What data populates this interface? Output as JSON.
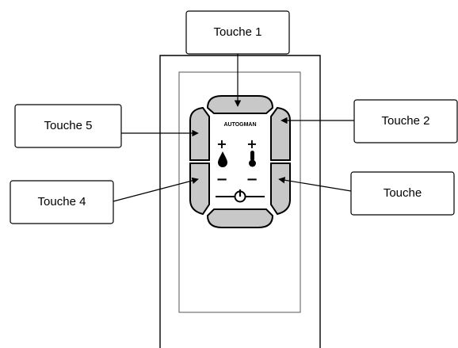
{
  "labels": {
    "touche1": "Touche 1",
    "touche2": "Touche 2",
    "touche4": "Touche 4",
    "touche5": "Touche 5",
    "touche3": "Touche"
  },
  "panel": {
    "brand": "AUTOGMAN",
    "plus_symbol": "+",
    "minus_symbol": "−",
    "humidity_icon": "droplet-icon",
    "temperature_icon": "thermometer-icon",
    "power_icon": "power-icon"
  }
}
